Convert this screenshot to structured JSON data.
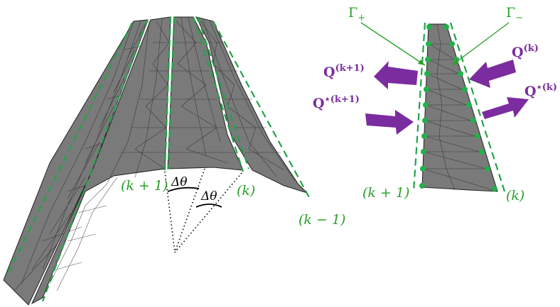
{
  "colors": {
    "mesh_fill": "#7a7a7a",
    "boundary_dash": "#22a34a",
    "flux_arrow": "#7b2c9e",
    "label_green": "#2aa12a",
    "node": "#22b04a"
  },
  "left_view": {
    "label_k_plus_1": "(k + 1)",
    "label_k": "(k)",
    "label_k_minus_1": "(k − 1)",
    "delta_theta_1": "Δθ",
    "delta_theta_2": "Δθ"
  },
  "right_view": {
    "gamma_plus": "Γ",
    "gamma_plus_sub": "+",
    "gamma_minus": "Γ",
    "gamma_minus_sub": "−",
    "label_k_plus_1": "(k + 1)",
    "label_k": "(k)",
    "flux_q_k_plus_1": "Q",
    "flux_q_k_plus_1_sup": "(k+1)",
    "flux_qstar_k_plus_1": "Q",
    "flux_qstar_k_plus_1_sup": "⋆(k+1)",
    "flux_q_k": "Q",
    "flux_q_k_sup": "(k)",
    "flux_qstar_k": "Q",
    "flux_qstar_k_sup": "⋆(k)"
  }
}
